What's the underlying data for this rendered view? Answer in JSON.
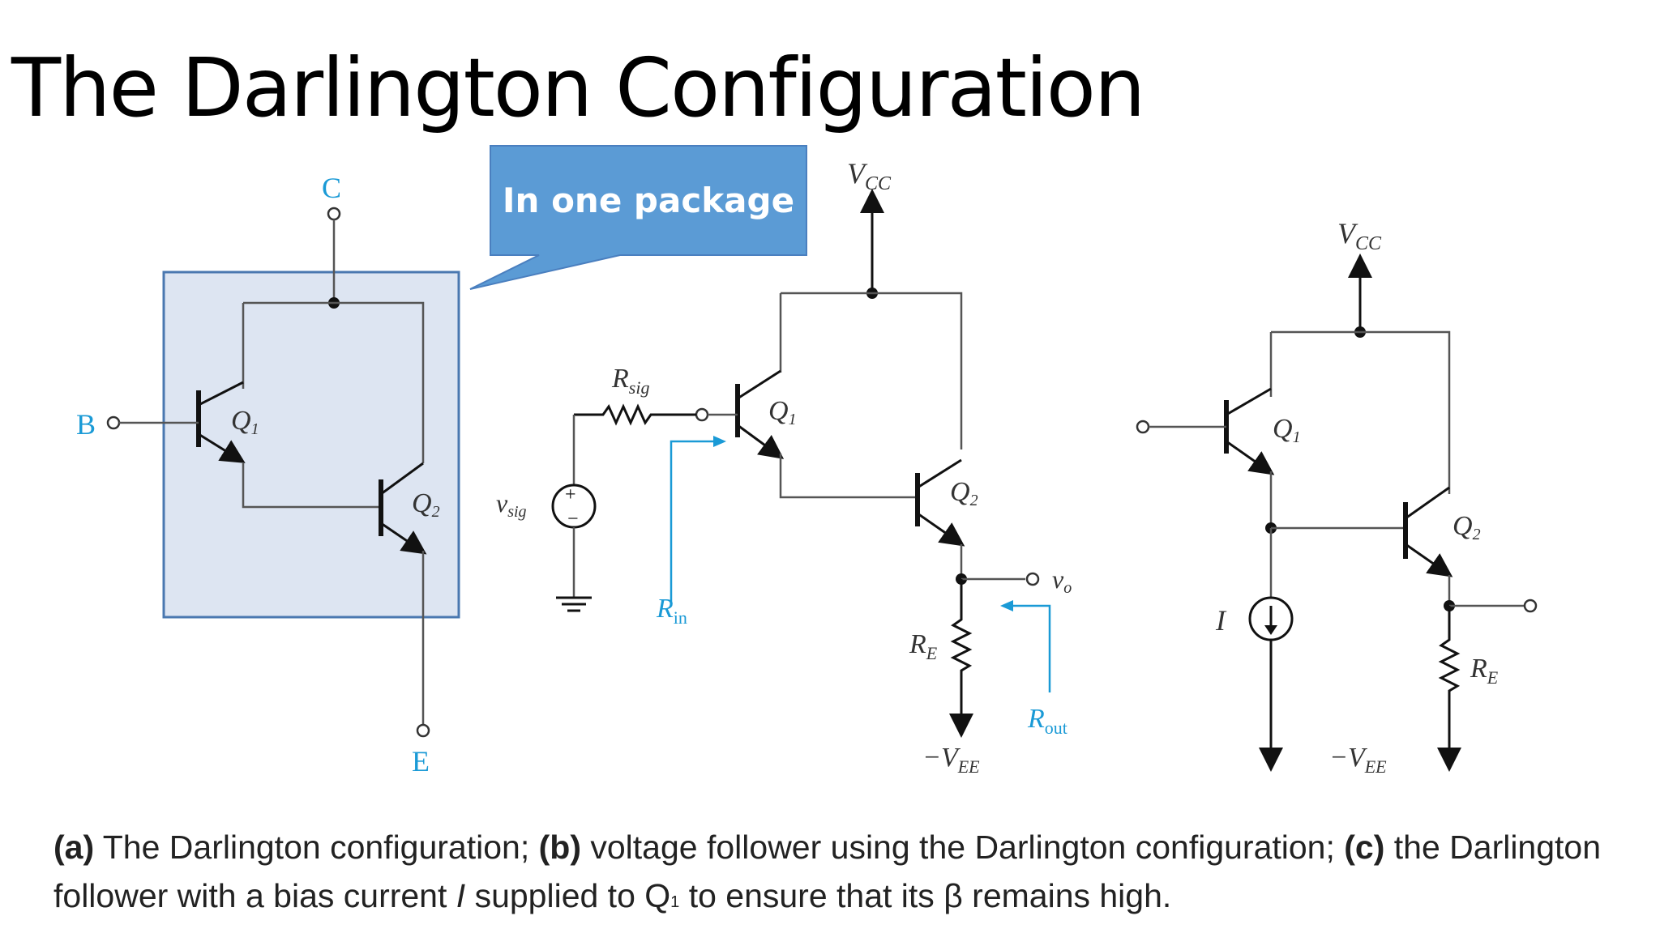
{
  "title": "The Darlington Configuration",
  "callout": "In one package",
  "labels": {
    "C": "C",
    "B": "B",
    "E": "E",
    "Q1": "Q",
    "Q1_sub": "1",
    "Q2": "Q",
    "Q2_sub": "2",
    "Vcc_main": "V",
    "Vcc_sub": "CC",
    "Rsig_main": "R",
    "Rsig_sub": "sig",
    "vsig_main": "v",
    "vsig_sub": "sig",
    "Rin_main": "R",
    "Rin_sub": "in",
    "RE_main": "R",
    "RE_sub": "E",
    "vo_main": "v",
    "vo_sub": "o",
    "Rout_main": "R",
    "Rout_sub": "out",
    "negVEE_main": "−V",
    "negVEE_sub": "EE",
    "I": "I",
    "plus": "+",
    "minus": "−"
  },
  "caption": {
    "a_label": "(a)",
    "a_text": " The Darlington configuration; ",
    "b_label": "(b)",
    "b_text": " voltage follower using the Darlington configuration; ",
    "c_label": "(c)",
    "c_text_1": " the Darlington follower with a bias current ",
    "c_I": "I",
    "c_text_2": " supplied to Q",
    "c_sub": "1",
    "c_text_3": " to ensure that its β remains high."
  },
  "colors": {
    "callout_fill": "#5b9bd5",
    "box_fill": "#dde5f2",
    "box_stroke": "#4a78b0",
    "annotation_blue": "#1a9ad6"
  }
}
